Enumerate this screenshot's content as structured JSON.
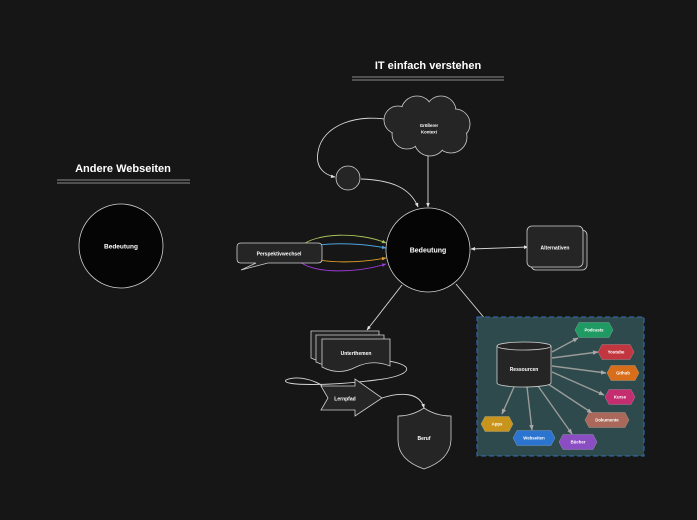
{
  "titles": {
    "main": "IT einfach verstehen",
    "left": "Andere Webseiten"
  },
  "nodes": {
    "left_meaning": "Bedeutung",
    "center_meaning": "Bedeutung",
    "cloud": "Größerer Kontext",
    "perspective": "Perspektivwechsel",
    "alternatives": "Alternativen",
    "subtopics": "Unterthemen",
    "learning_path": "Lernpfad",
    "career": "Beruf",
    "resources": "Ressourcen"
  },
  "resource_tags": [
    {
      "label": "Podcasts",
      "color": "#1f9a63"
    },
    {
      "label": "Youtube",
      "color": "#c2363f"
    },
    {
      "label": "Github",
      "color": "#d86d1a"
    },
    {
      "label": "Kurse",
      "color": "#c42d6f"
    },
    {
      "label": "Dokumente",
      "color": "#a9685a"
    },
    {
      "label": "Bücher",
      "color": "#8b4ec2"
    },
    {
      "label": "Webseiten",
      "color": "#2b74cf"
    },
    {
      "label": "Apps",
      "color": "#c8941c"
    }
  ],
  "colors": {
    "background": "#161616",
    "resource_group_fill": "#2e4a4c",
    "resource_group_border": "#2f6fc9",
    "perspective_arrows": [
      "#a8c25a",
      "#4aa3e0",
      "#e0a028",
      "#9b3ad6"
    ]
  }
}
